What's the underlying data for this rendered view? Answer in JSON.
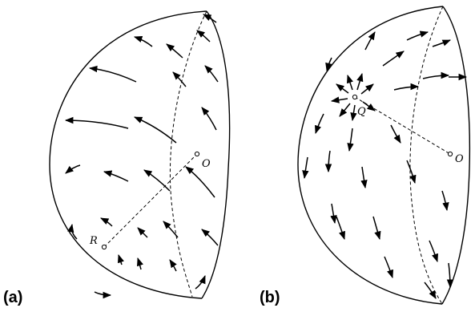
{
  "panels": [
    {
      "label": "(a)",
      "point_label": "R",
      "center_label": "O"
    },
    {
      "label": "(b)",
      "point_label": "Q",
      "center_label": "O"
    }
  ],
  "colors": {
    "ink": "#000000",
    "background": "#ffffff"
  }
}
